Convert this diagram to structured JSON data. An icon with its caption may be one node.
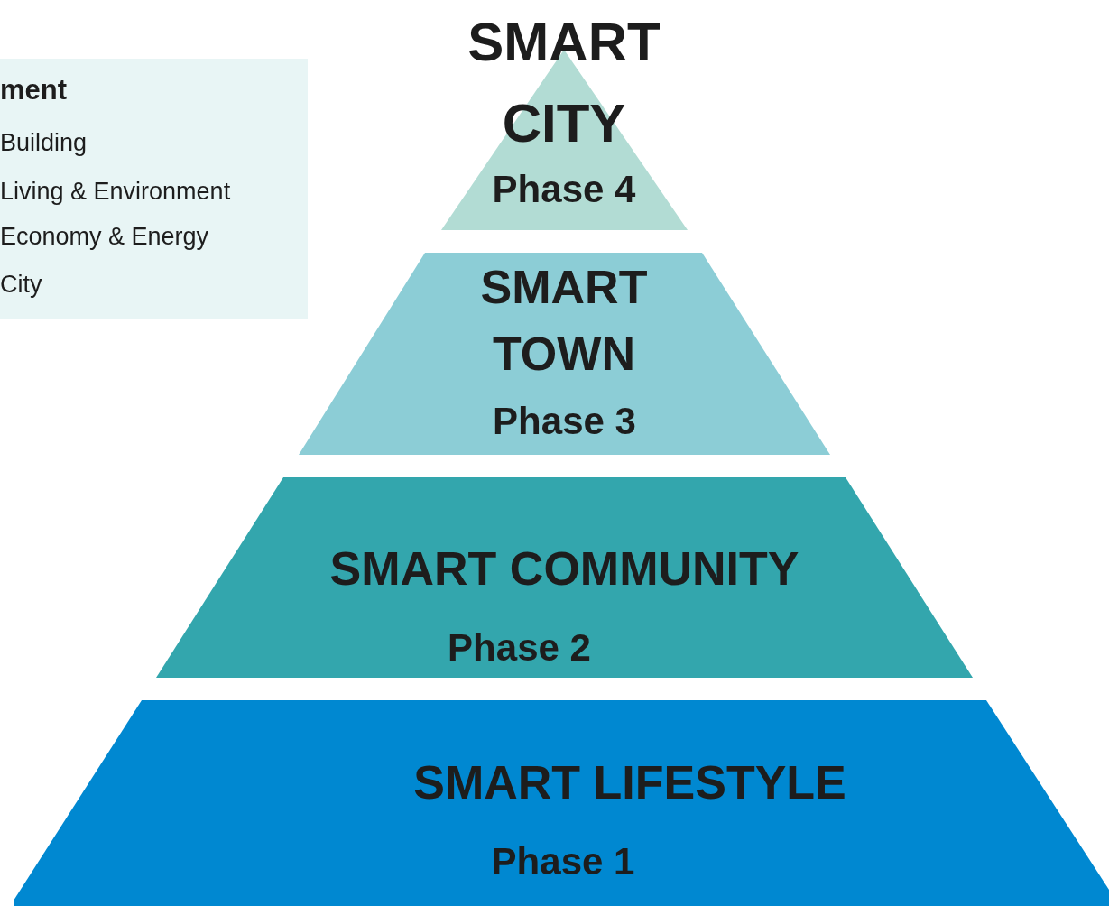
{
  "diagram": {
    "nodes": [
      {
        "text": [
          "ment",
          "Building",
          "Living & Environment",
          "Economy & Energy",
          "City"
        ]
      },
      {
        "text": [
          "SMART CITY",
          "Phase 4"
        ]
      },
      {
        "text": [
          "SMART TOWN",
          "Phase 3"
        ]
      },
      {
        "text": [
          "SMART COMMUNITY",
          "Phase 2"
        ]
      },
      {
        "text": [
          "SMART LIFESTYLE",
          "Phase 1"
        ]
      }
    ],
    "edges": []
  }
}
